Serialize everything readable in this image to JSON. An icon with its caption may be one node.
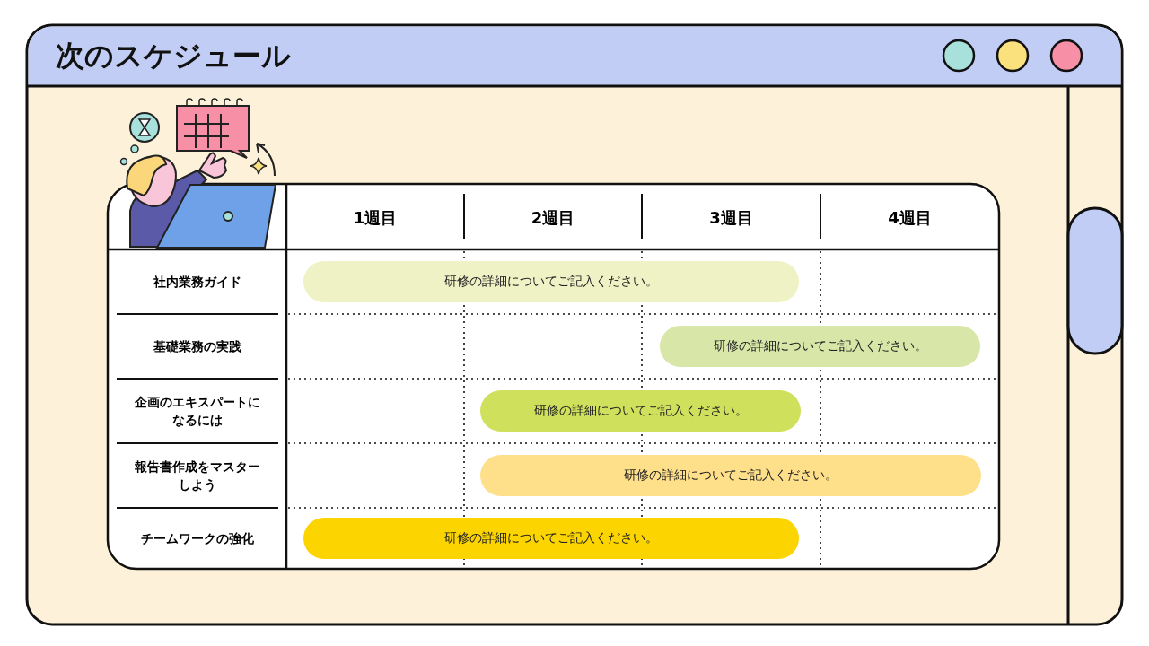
{
  "diagram": {
    "title": "次のスケジュール",
    "nodes": [
      {
        "text": [
          "研修の詳細についてご記入ください。"
        ]
      },
      {
        "text": [
          "研修の詳細についてご記入ください。"
        ]
      },
      {
        "text": [
          "研修の詳細についてご記入ください。"
        ]
      },
      {
        "text": [
          "研修の詳細についてご記入ください。"
        ]
      },
      {
        "text": [
          "研修の詳細についてご記入ください。"
        ]
      }
    ],
    "labels": [
      "1週目",
      "2週目",
      "3週目",
      "4週目",
      "社内業務ガイド",
      "基礎業務の実践",
      "企画のエキスパートになるには",
      "報告書作成をマスターしよう",
      "チームワークの強化"
    ]
  }
}
